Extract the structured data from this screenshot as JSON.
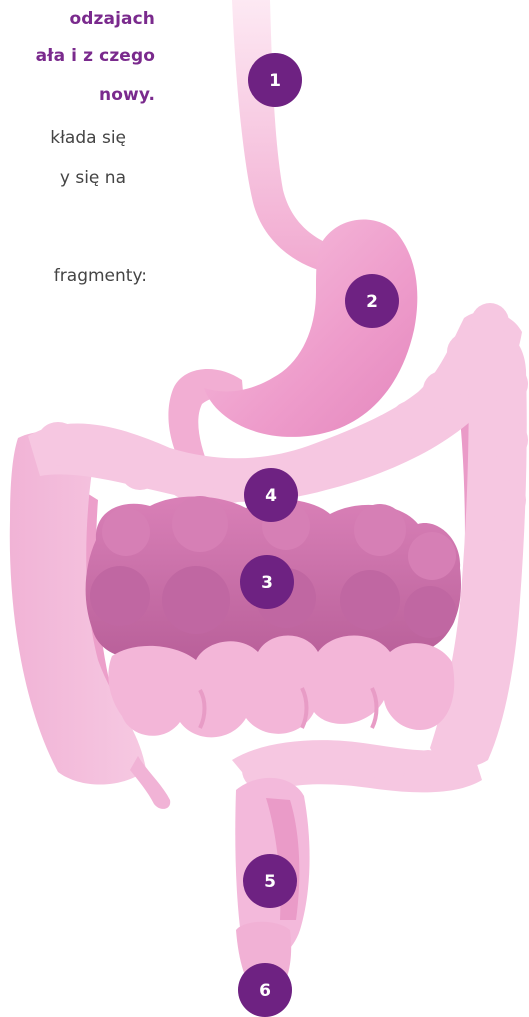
{
  "text": {
    "heading": [
      "odzajach",
      "ała i z czego",
      "nowy."
    ],
    "body": [
      "kłada się",
      "y się na",
      "fragmenty:"
    ]
  },
  "colors": {
    "heading": "#7a2a8d",
    "body_text": "#444444",
    "marker_fill": "#6e2282",
    "organ_light": "#f4bfdc",
    "organ_mid": "#ee9fcb",
    "organ_deep": "#c86ea9"
  },
  "markers": [
    {
      "label": "1",
      "organ": "esophagus"
    },
    {
      "label": "2",
      "organ": "stomach"
    },
    {
      "label": "3",
      "organ": "small-intestine"
    },
    {
      "label": "4",
      "organ": "large-intestine"
    },
    {
      "label": "5",
      "organ": "rectum"
    },
    {
      "label": "6",
      "organ": "anus"
    }
  ]
}
